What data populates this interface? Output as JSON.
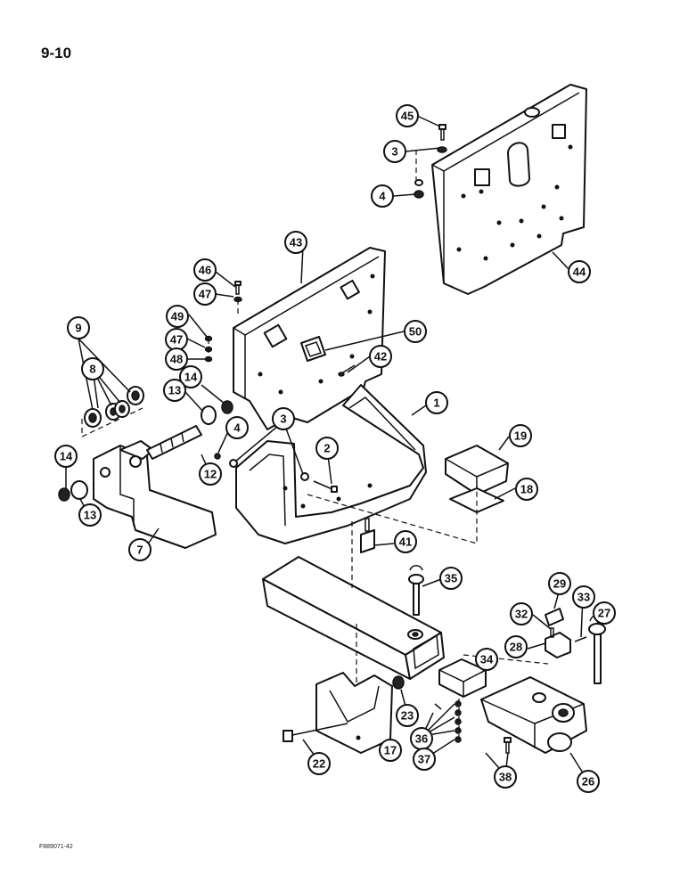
{
  "page_number": "9-10",
  "figure_code": "F889071-42",
  "callouts": [
    "45",
    "3",
    "4",
    "44",
    "43",
    "46",
    "47",
    "50",
    "49",
    "47",
    "48",
    "42",
    "9",
    "8",
    "1",
    "14",
    "13",
    "4",
    "3",
    "2",
    "19",
    "12",
    "18",
    "14",
    "13",
    "7",
    "41",
    "35",
    "29",
    "33",
    "32",
    "27",
    "28",
    "34",
    "23",
    "36",
    "37",
    "22",
    "17",
    "38",
    "26"
  ]
}
